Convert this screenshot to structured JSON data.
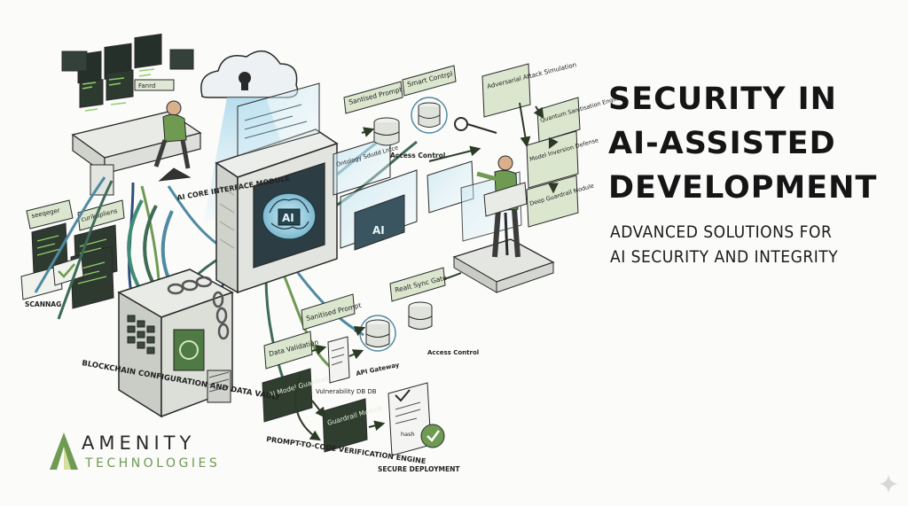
{
  "headline": {
    "line1": "SECURITY IN",
    "line2": "AI-ASSISTED",
    "line3": "DEVELOPMENT"
  },
  "subheadline": {
    "line1": "ADVANCED SOLUTIONS FOR",
    "line2": "AI SECURITY AND INTEGRITY"
  },
  "brand": {
    "name": "AMENITY",
    "tagline": "TECHNOLOGIES",
    "accent_color": "#6f9a52"
  },
  "diagram": {
    "panels": {
      "left_top": "seeqeger",
      "left_mid": "curikapliens",
      "scanning": "SCANNAG",
      "sanitized_prompt_top": "Santised Prompt",
      "smart_control": "Smart Contrpl",
      "access_control_top": "Access Control",
      "adversarial": "Adversarial Attack Simulation",
      "quantum": "Quantum Sanitisation Engine",
      "model_inversion": "Model Inversion Defense",
      "deep_guardrail": "Deep Guardrail Module",
      "ontology": "Ontology Sdudd Lntce",
      "ai_core": "AI CORE INTERFACE MODULE",
      "ai_chip": "AI",
      "ai_screen": "AI",
      "realt_sync": "Realt Sync Gate",
      "sanitized_prompt_bottom": "Sanitised Prompt",
      "data_validation": "Data Validation",
      "vuln_db": "Vulnerability DB DB",
      "api_gateway": "API Gateway",
      "access_control_bottom": "Access Control",
      "ai_model_guardrail": "AI Model Guardrail",
      "guardrail_module": "Guardrail Module",
      "secure_deployment": "SECURE DEPLOYMENT",
      "doc_hash": "hash",
      "blockchain": "BLOCKCHAIN CONFIGURATION AND DATA VAULT",
      "prompt_to_code": "PROMPT-TO-CODE VERIFICATION ENGINE",
      "cloud_label": "",
      "workstation_badge": "Fanrd"
    }
  }
}
